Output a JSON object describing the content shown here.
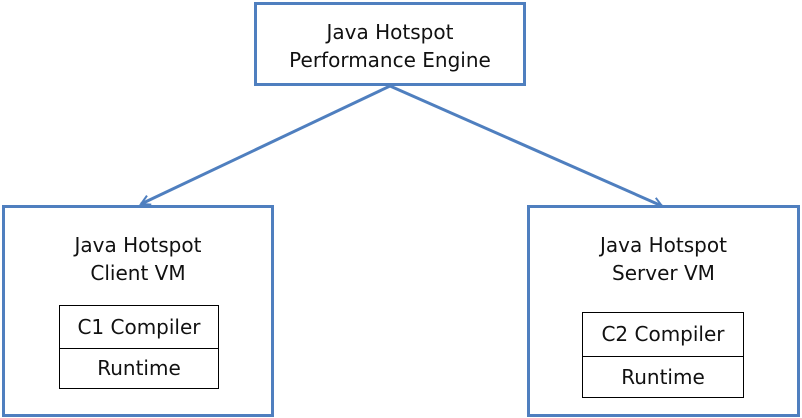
{
  "root": {
    "line1": "Java Hotspot",
    "line2": "Performance Engine"
  },
  "client": {
    "line1": "Java Hotspot",
    "line2": "Client VM",
    "compiler": "C1 Compiler",
    "runtime": "Runtime"
  },
  "server": {
    "line1": "Java Hotspot",
    "line2": "Server VM",
    "compiler": "C2 Compiler",
    "runtime": "Runtime"
  },
  "colors": {
    "box_border": "#4f7fbf",
    "arrow": "#4f7fbf",
    "inner_border": "#000000",
    "text": "#111111",
    "background": "#ffffff"
  }
}
